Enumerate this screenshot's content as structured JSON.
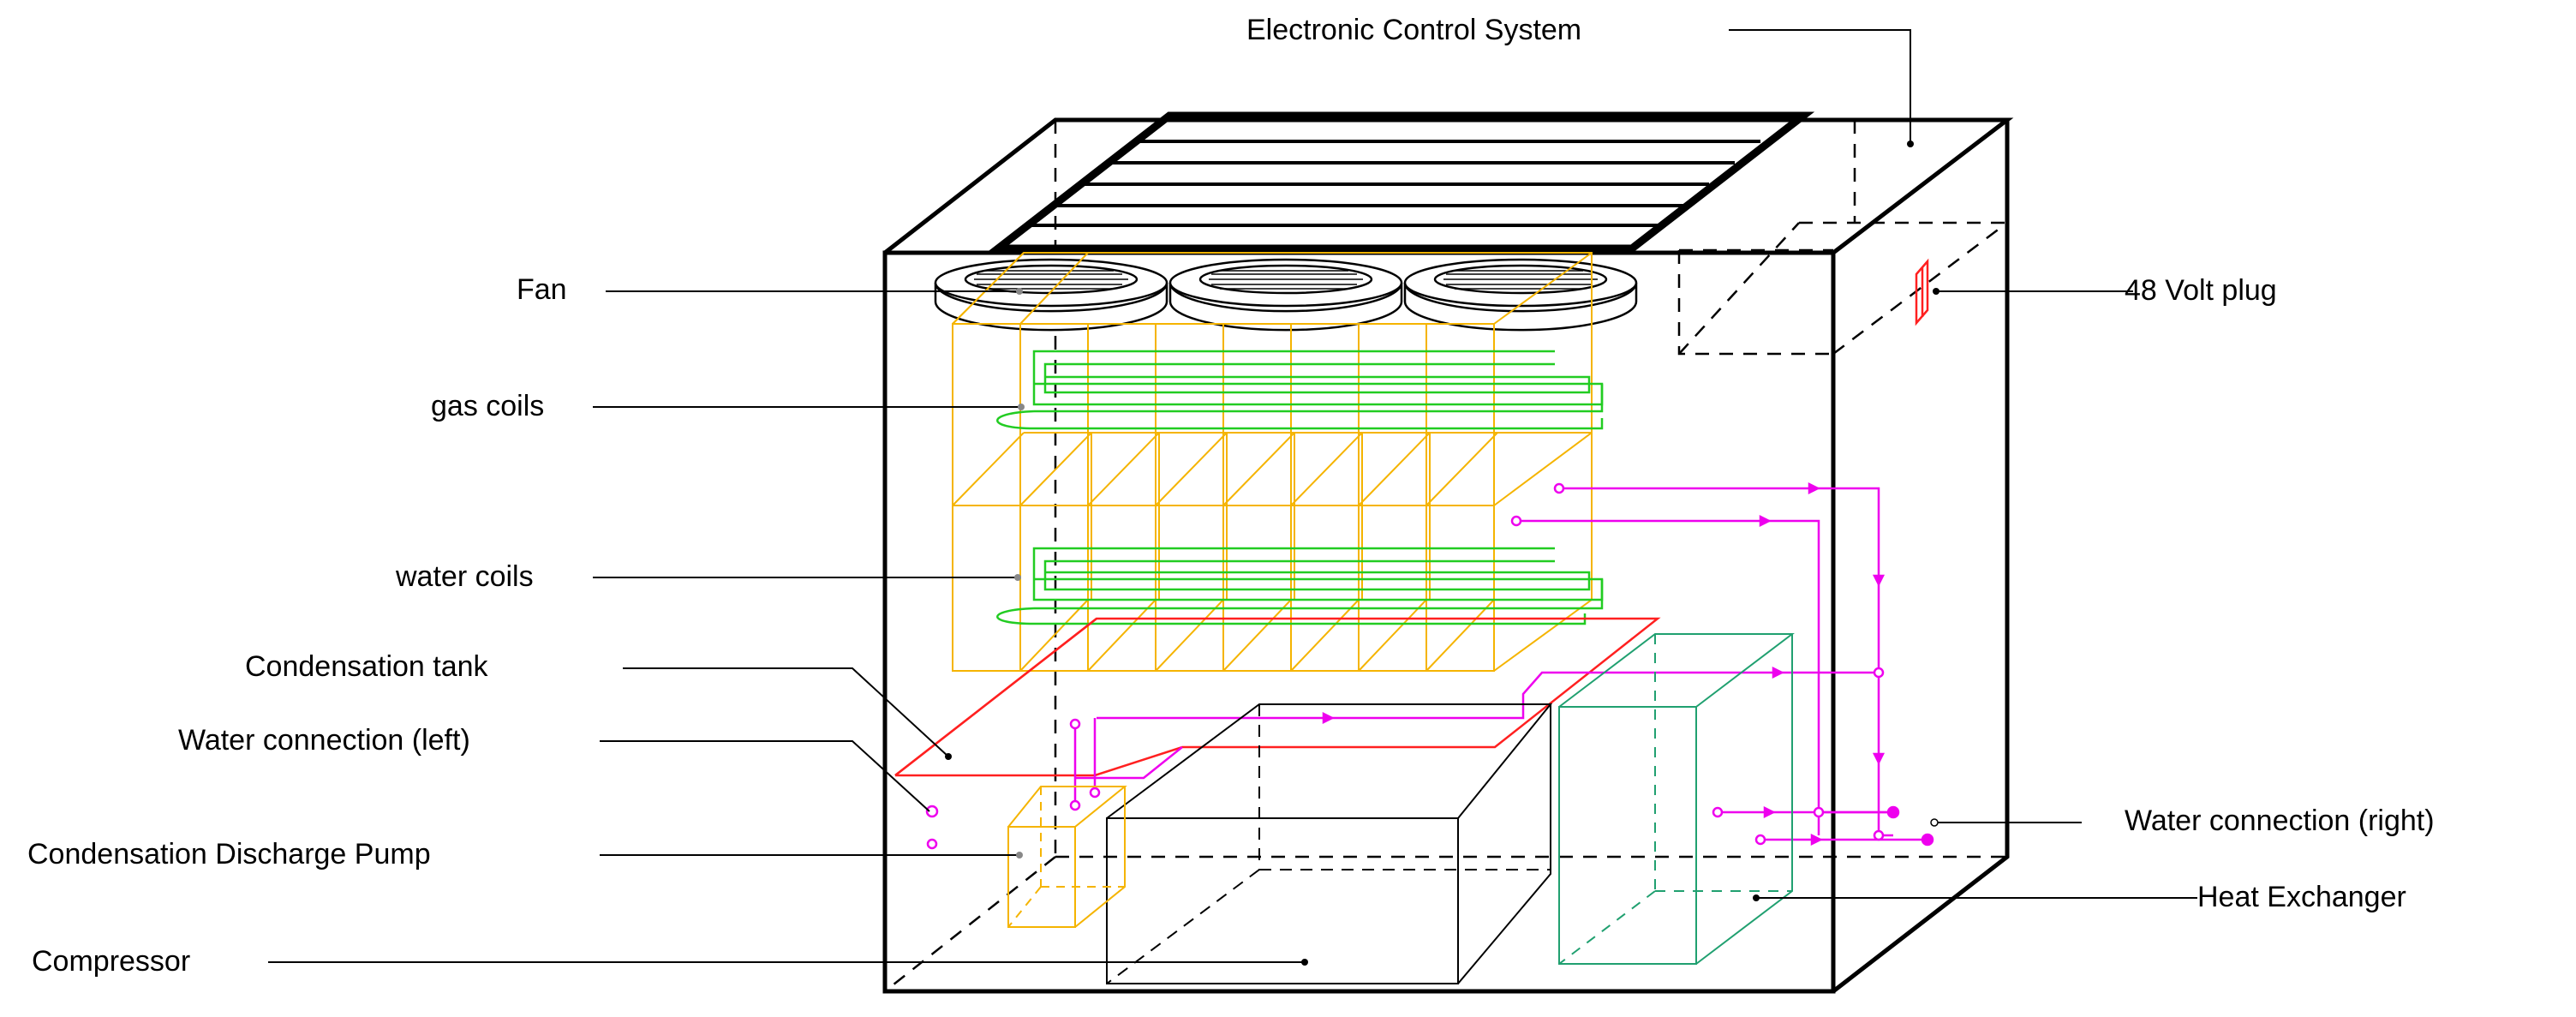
{
  "labels": {
    "electronic_control_system": "Electronic Control System",
    "fan": "Fan",
    "gas_coils": "gas coils",
    "water_coils": "water coils",
    "condensation_tank": "Condensation tank",
    "water_connection_left": "Water connection (left)",
    "condensation_discharge_pump": "Condensation Discharge Pump",
    "compressor": "Compressor",
    "volt_plug": "48 Volt plug",
    "water_connection_right": "Water connection (right)",
    "heat_exchanger": "Heat Exchanger"
  },
  "colors": {
    "outline": "#000000",
    "coil_frame": "#f5b400",
    "gas_water_coils": "#22cc22",
    "pipes": "#ee00ee",
    "condensation_tank": "#ff2020",
    "heat_exchanger": "#20a070",
    "plug": "#ff2020"
  }
}
